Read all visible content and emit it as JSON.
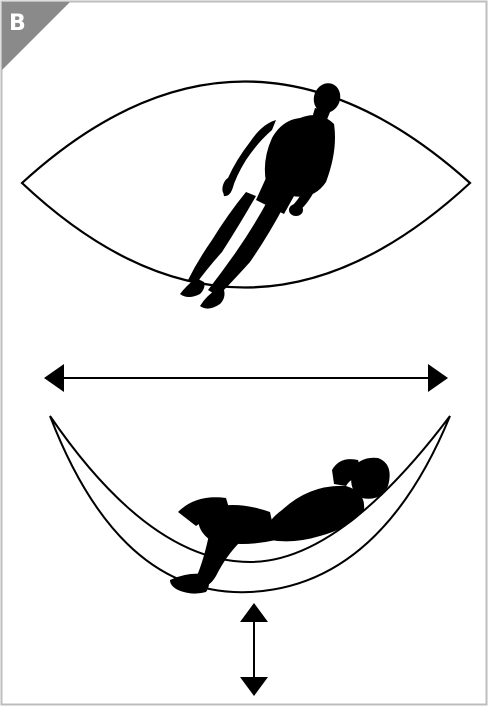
{
  "badge": {
    "label": "B",
    "color": "#8a8a8a"
  },
  "colors": {
    "border": "#bdbdbd",
    "line": "#000000",
    "silhouette": "#000000",
    "fabric": "#ffffff"
  },
  "figures": [
    {
      "name": "hammock-top-view",
      "description_icon": "person-lying-flat-icon"
    },
    {
      "name": "hammock-side-view",
      "description_icon": "person-reclining-icon"
    }
  ],
  "arrows": [
    {
      "name": "width-arrow",
      "direction": "horizontal",
      "icon": "double-arrow-horizontal-icon"
    },
    {
      "name": "height-arrow",
      "direction": "vertical",
      "icon": "double-arrow-vertical-icon"
    }
  ]
}
